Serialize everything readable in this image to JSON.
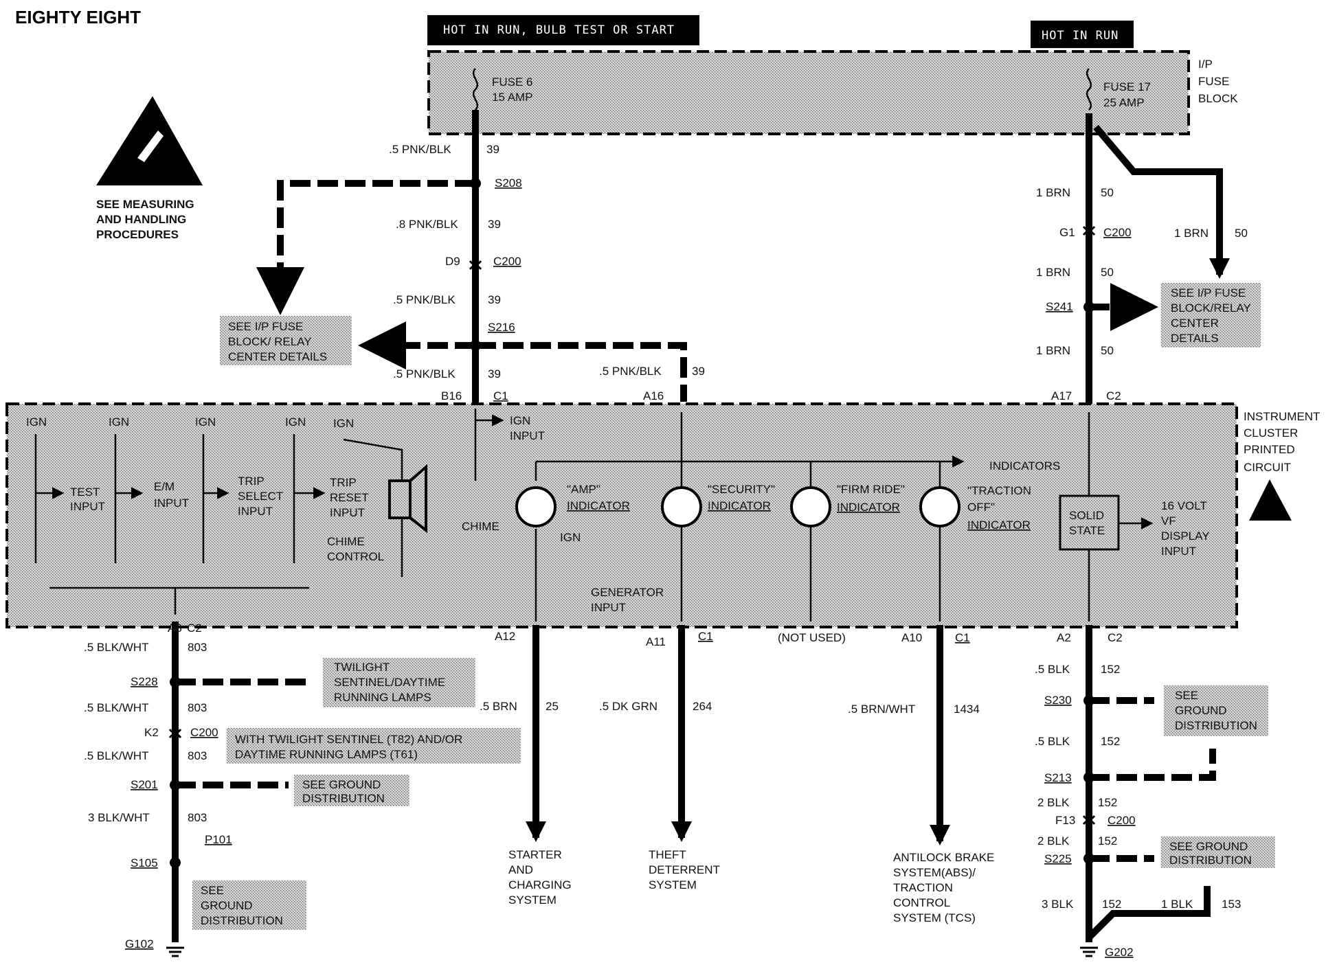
{
  "title": "EIGHTY EIGHT",
  "headers": {
    "hot_run_bulb": "HOT IN RUN, BULB TEST OR START",
    "hot_run": "HOT IN RUN"
  },
  "fuse_block": {
    "label_1": "I/P",
    "label_2": "FUSE",
    "label_3": "BLOCK",
    "fuse6_1": "FUSE 6",
    "fuse6_2": "15 AMP",
    "fuse17_1": "FUSE 17",
    "fuse17_2": "25 AMP"
  },
  "esd_note": {
    "line1": "SEE MEASURING",
    "line2": "AND HANDLING",
    "line3": "PROCEDURES"
  },
  "left_circuit": {
    "w1_size": ".5 PNK/BLK",
    "w1_num": "39",
    "s208": "S208",
    "w2_size": ".8 PNK/BLK",
    "w2_num": "39",
    "d9": "D9",
    "c200": "C200",
    "w3_size": ".5 PNK/BLK",
    "w3_num": "39",
    "s216": "S216",
    "w4_size": ".5 PNK/BLK",
    "w4_num": "39",
    "b16": "B16",
    "c1": "C1",
    "w5_size": ".5 PNK/BLK",
    "w5_num": "39",
    "a16": "A16",
    "note_1": "SEE I/P FUSE",
    "note_2": "BLOCK/ RELAY",
    "note_3": "CENTER DETAILS"
  },
  "right_circuit": {
    "w1_size": "1 BRN",
    "w1_num": "50",
    "g1": "G1",
    "c200": "C200",
    "w2_size": "1 BRN",
    "w2_num": "50",
    "w3_size": "1 BRN",
    "w3_num": "50",
    "s241": "S241",
    "w4_size": "1 BRN",
    "w4_num": "50",
    "a17": "A17",
    "c2": "C2",
    "note_1": "SEE I/P FUSE",
    "note_2": "BLOCK/RELAY",
    "note_3": "CENTER",
    "note_4": "DETAILS"
  },
  "cluster": {
    "label_1": "INSTRUMENT",
    "label_2": "CLUSTER",
    "label_3": "PRINTED",
    "label_4": "CIRCUIT",
    "ign": "IGN",
    "test_1": "TEST",
    "test_2": "INPUT",
    "em_1": "E/M",
    "em_2": "INPUT",
    "trip_sel_1": "TRIP",
    "trip_sel_2": "SELECT",
    "trip_sel_3": "INPUT",
    "trip_reset_1": "TRIP",
    "trip_reset_2": "RESET",
    "trip_reset_3": "INPUT",
    "chime_control_1": "CHIME",
    "chime_control_2": "CONTROL",
    "chime": "CHIME",
    "ign_input_1": "IGN",
    "ign_input_2": "INPUT",
    "indicators": "INDICATORS",
    "amp_1": "\"AMP\"",
    "amp_2": "INDICATOR",
    "security_1": "\"SECURITY\"",
    "security_2": "INDICATOR",
    "firm_1": "\"FIRM RIDE\"",
    "firm_2": "INDICATOR",
    "traction_1": "\"TRACTION",
    "traction_2": "OFF\"",
    "traction_3": "INDICATOR",
    "generator_1": "GENERATOR",
    "generator_2": "INPUT",
    "solid_1": "SOLID",
    "solid_2": "STATE",
    "vf_1": "16 VOLT",
    "vf_2": "VF",
    "vf_3": "DISPLAY",
    "vf_4": "INPUT"
  },
  "ground_circuit": {
    "a3": "A3",
    "c2": "C2",
    "w1_size": ".5 BLK/WHT",
    "w1_num": "803",
    "s228": "S228",
    "tw_1": "TWILIGHT",
    "tw_2": "SENTINEL/DAYTIME",
    "tw_3": "RUNNING LAMPS",
    "w2_size": ".5 BLK/WHT",
    "w2_num": "803",
    "k2": "K2",
    "c200": "C200",
    "with_1": "WITH TWILIGHT SENTINEL (T82) AND/OR",
    "with_2": "DAYTIME RUNNING LAMPS (T61)",
    "w3_size": ".5 BLK/WHT",
    "w3_num": "803",
    "s201": "S201",
    "gd_1": "SEE GROUND",
    "gd_2": "DISTRIBUTION",
    "w4_size": "3 BLK/WHT",
    "w4_num": "803",
    "p101": "P101",
    "s105": "S105",
    "gd2_1": "SEE",
    "gd2_2": "GROUND",
    "gd2_3": "DISTRIBUTION",
    "g102": "G102"
  },
  "outputs": {
    "a12": "A12",
    "a11": "A11",
    "c1": "C1",
    "not_used": "(NOT USED)",
    "a10": "A10",
    "c1b": "C1",
    "w_brn": ".5 BRN",
    "w_brn_num": "25",
    "w_dkgrn": ".5 DK GRN",
    "w_dkgrn_num": "264",
    "w_brnwht": ".5 BRN/WHT",
    "w_brnwht_num": "1434",
    "starter_1": "STARTER",
    "starter_2": "AND",
    "starter_3": "CHARGING",
    "starter_4": "SYSTEM",
    "theft_1": "THEFT",
    "theft_2": "DETERRENT",
    "theft_3": "SYSTEM",
    "abs_1": "ANTILOCK BRAKE",
    "abs_2": "SYSTEM(ABS)/",
    "abs_3": "TRACTION",
    "abs_4": "CONTROL",
    "abs_5": "SYSTEM (TCS)"
  },
  "right_ground": {
    "a2": "A2",
    "c2": "C2",
    "w1_size": ".5 BLK",
    "w1_num": "152",
    "s230": "S230",
    "gd_1": "SEE",
    "gd_2": "GROUND",
    "gd_3": "DISTRIBUTION",
    "w2_size": ".5 BLK",
    "w2_num": "152",
    "s213": "S213",
    "w3_size": "2 BLK",
    "w3_num": "152",
    "f13": "F13",
    "c200": "C200",
    "w4_size": "2 BLK",
    "w4_num": "152",
    "s225": "S225",
    "gd2_1": "SEE GROUND",
    "gd2_2": "DISTRIBUTION",
    "w5_size": "3 BLK",
    "w5_num": "152",
    "w6_size": "1 BLK",
    "w6_num": "153",
    "g202": "G202"
  }
}
